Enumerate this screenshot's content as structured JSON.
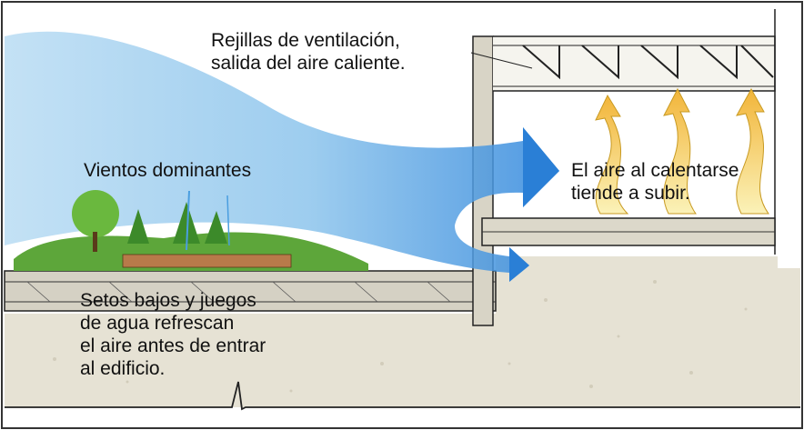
{
  "labels": {
    "vents": [
      "Rejillas de ventilación,",
      "salida del aire caliente."
    ],
    "winds": "Vientos dominantes",
    "hot_air": [
      "El aire al calentarse",
      "tiende a subir."
    ],
    "hedges": [
      "Setos bajos y juegos",
      "de agua refrescan",
      "el aire antes de entrar",
      "al edificio."
    ]
  },
  "colors": {
    "wind": "#4a9ee0",
    "wind_light": "#d9ecf8",
    "hot_air": "#f5d35a",
    "ground": "#e4e0d2",
    "vegetation": "#4f9a32",
    "outline": "#222222"
  }
}
